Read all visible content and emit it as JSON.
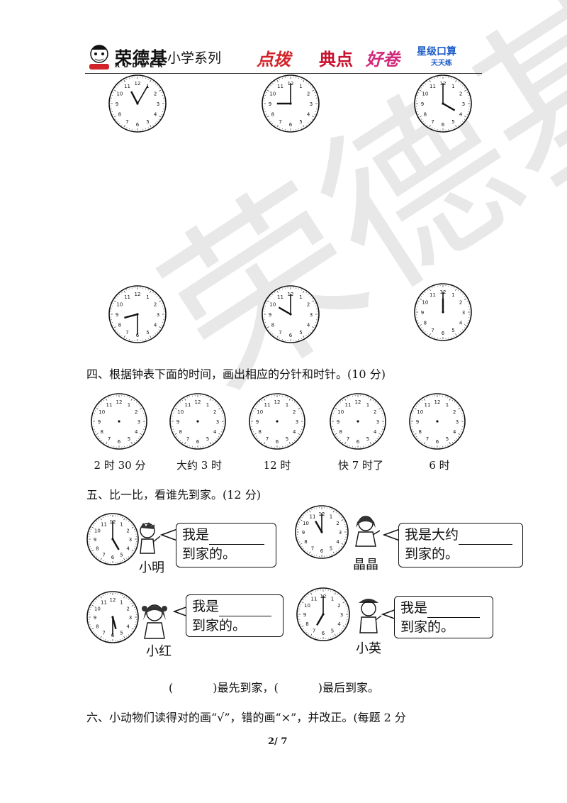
{
  "header": {
    "brand": "荣德基",
    "brand_sub": "RUDDER",
    "series": "小学系列",
    "logos": [
      "点拨",
      "典点",
      "好卷",
      "星级口算",
      "天天练"
    ]
  },
  "watermark": "荣德基",
  "section4": {
    "title": "四、根据钟表下面的时间，画出相应的分针和时针。(10 分)",
    "captions": [
      "2 时 30 分",
      "大约 3 时",
      "12 时",
      "快 7 时了",
      "6 时"
    ]
  },
  "section5": {
    "title": "五、比一比，看谁先到家。(12 分)",
    "kids": [
      {
        "name": "小明",
        "line1": "我是",
        "line2": "到家的。"
      },
      {
        "name": "晶晶",
        "line1": "我是大约",
        "line2": "到家的。"
      },
      {
        "name": "小红",
        "line1": "我是",
        "line2": "到家的。"
      },
      {
        "name": "小英",
        "line1": "我是",
        "line2": "到家的。"
      }
    ],
    "compare_first": "最先到家，",
    "compare_last": "最后到家。"
  },
  "section6": {
    "title": "六、小动物们读得对的画“√”，错的画“×”，并改正。(每题 2 分"
  },
  "page": {
    "current": "2/",
    "total": "7"
  }
}
